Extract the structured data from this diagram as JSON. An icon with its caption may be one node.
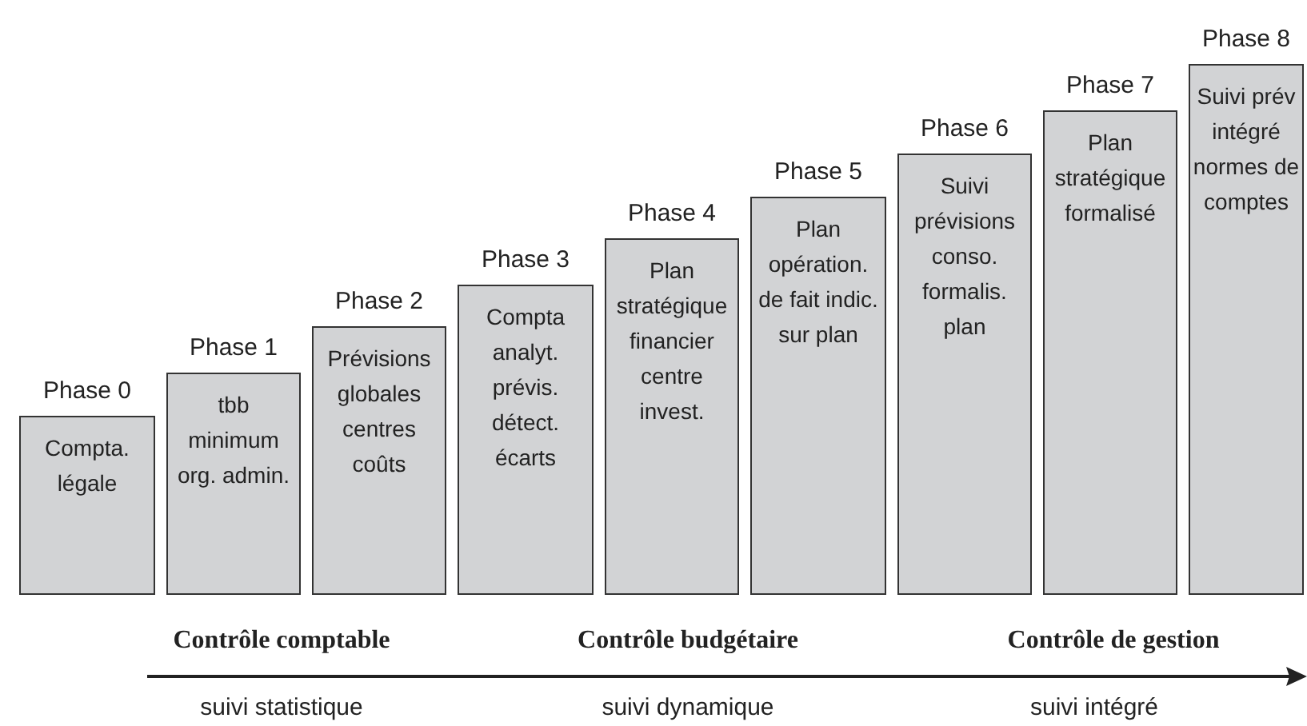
{
  "diagram": {
    "nodes": [
      {
        "text": [
          "Phase 0",
          "Compta. légale"
        ]
      },
      {
        "text": [
          "Phase 1",
          "tbb minimum org. admin."
        ]
      },
      {
        "text": [
          "Phase 2",
          "Prévisions globales centres coûts"
        ]
      },
      {
        "text": [
          "Phase 3",
          "Compta analyt. prévis. détect. écarts"
        ]
      },
      {
        "text": [
          "Phase 4",
          "Plan stratégique financier centre invest."
        ]
      },
      {
        "text": [
          "Phase 5",
          "Plan opération. de fait indic. sur plan"
        ]
      },
      {
        "text": [
          "Phase 6",
          "Suivi prévisions conso. formalis. plan"
        ]
      },
      {
        "text": [
          "Phase 7",
          "Plan stratégique formalisé"
        ]
      },
      {
        "text": [
          "Phase 8",
          "Suivi prév intégré normes de comptes"
        ]
      }
    ],
    "labels": [
      "Contrôle comptable",
      "Contrôle budgétaire",
      "Contrôle de gestion",
      "suivi statistique",
      "suivi dynamique",
      "suivi intégré"
    ]
  }
}
